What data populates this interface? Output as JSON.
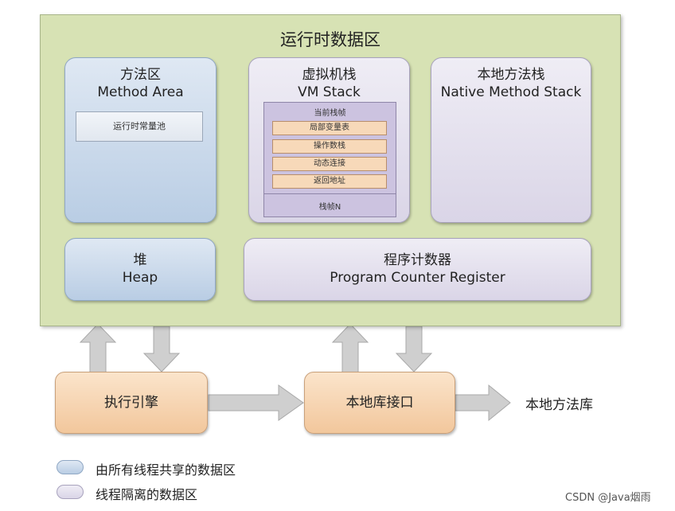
{
  "runtime_area": {
    "title": "运行时数据区"
  },
  "method_area": {
    "title_cn": "方法区",
    "title_en": "Method Area",
    "constant_pool": "运行时常量池"
  },
  "vm_stack": {
    "title_cn": "虚拟机栈",
    "title_en": "VM Stack",
    "current_frame": "当前栈帧",
    "slots": [
      "局部变量表",
      "操作数栈",
      "动态连接",
      "返回地址"
    ],
    "frame_n": "栈帧N"
  },
  "native_stack": {
    "title_cn": "本地方法栈",
    "title_en": "Native Method Stack"
  },
  "heap": {
    "title_cn": "堆",
    "title_en": "Heap"
  },
  "pc_register": {
    "title_cn": "程序计数器",
    "title_en": "Program Counter Register"
  },
  "execution_engine": {
    "label": "执行引擎"
  },
  "native_interface": {
    "label": "本地库接口"
  },
  "native_library": {
    "label": "本地方法库"
  },
  "legend": {
    "shared": "由所有线程共享的数据区",
    "isolated": "线程隔离的数据区"
  },
  "watermark": "CSDN @Java烟雨",
  "colors": {
    "runtime_bg": "#d7e2b4",
    "shared": "#c8d8ea",
    "isolated": "#e2dfec",
    "interface": "#f5d1ad",
    "arrow": "#c9c9c9"
  }
}
